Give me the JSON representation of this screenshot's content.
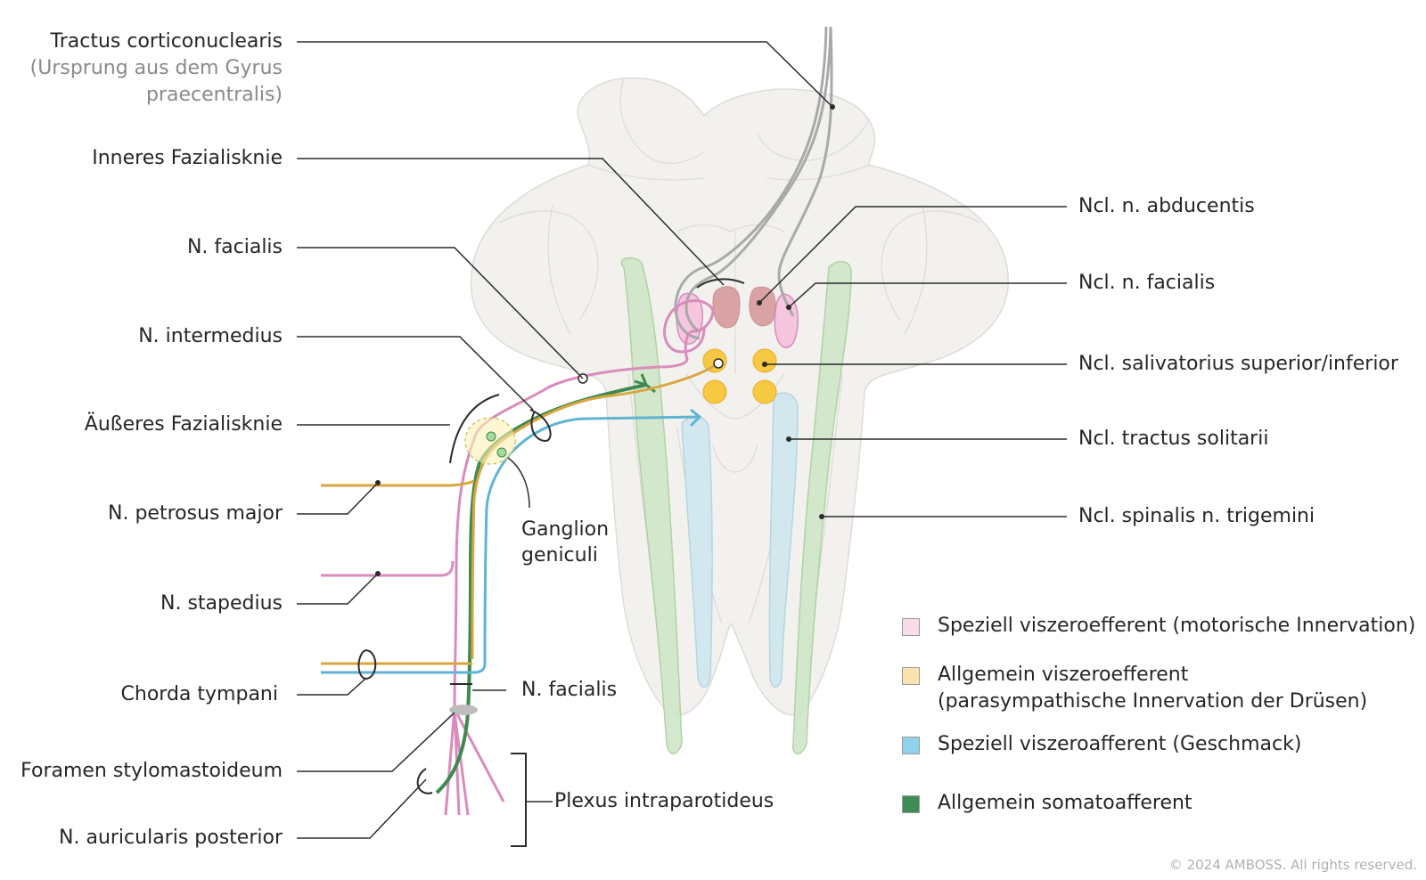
{
  "labels_left": {
    "tractus": "Tractus corticonuclearis",
    "tractus_sub1": "(Ursprung aus dem Gyrus",
    "tractus_sub2": "praecentralis)",
    "inneres": "Inneres Fazialisknie",
    "facialis": "N. facialis",
    "intermedius": "N. intermedius",
    "aeusseres": "Äußeres Fazialisknie",
    "petrosus": "N. petrosus major",
    "stapedius": "N. stapedius",
    "chorda": "Chorda tympani",
    "foramen": "Foramen stylomastoideum",
    "auricularis": "N. auricularis posterior"
  },
  "labels_center": {
    "ganglion_1": "Ganglion",
    "ganglion_2": "geniculi",
    "facialis2": "N. facialis",
    "plexus": "Plexus intraparotideus"
  },
  "labels_right": {
    "abducentis": "Ncl. n. abducentis",
    "ncl_facialis": "Ncl. n. facialis",
    "salivatorius": "Ncl. salivatorius superior/inferior",
    "solitarii": "Ncl. tractus solitarii",
    "trigemini": "Ncl. spinalis n. trigemini"
  },
  "legend": [
    {
      "label": "Speziell viszeroefferent (motorische Innervation)",
      "color": "#f9dcea"
    },
    {
      "label": "Allgemein viszeroefferent",
      "label2": "(parasympathische Innervation der Drüsen)",
      "color": "#fbe3ae"
    },
    {
      "label": "Speziell viszeroafferent (Geschmack)",
      "color": "#8fd3ea"
    },
    {
      "label": "Allgemein somatoafferent",
      "color": "#3f8d55"
    }
  ],
  "colors": {
    "pink": "#d98cbb",
    "yellow": "#d9a640",
    "blue": "#5fb3d3",
    "green": "#3d8a4f",
    "grey": "#a8a8a8",
    "leader": "#2b2b2b"
  },
  "copyright": "© 2024 AMBOSS. All rights reserved."
}
